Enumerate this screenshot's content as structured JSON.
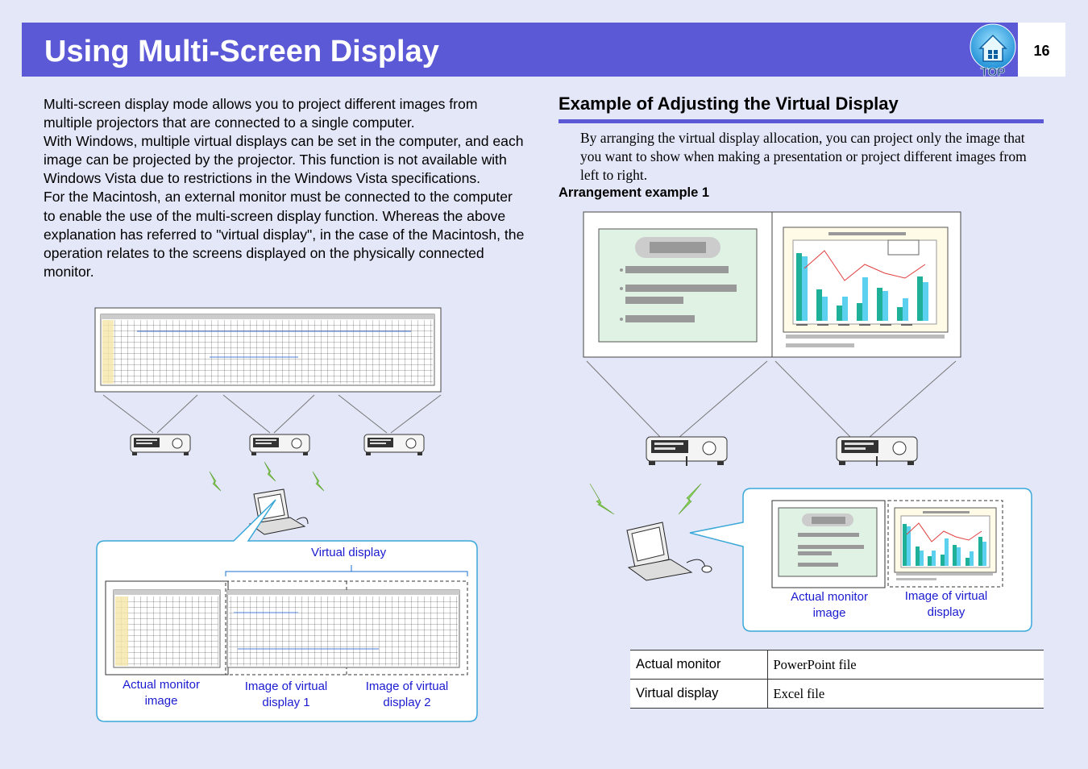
{
  "header": {
    "title": "Using Multi-Screen Display",
    "page_number": "16",
    "top_button_label": "TOP"
  },
  "left": {
    "paragraphs": [
      "Multi-screen display mode allows you to project different images from multiple projectors that are connected to a single computer.",
      "With Windows, multiple virtual displays can be set in the computer, and each image can be projected by the projector. This function is not available with Windows Vista due to restrictions in the Windows Vista specifications.",
      "For the Macintosh, an external monitor must be connected to the computer to enable the use of the multi-screen display function. Whereas the above explanation has referred to \"virtual display\", in the case of the Macintosh, the operation relates to the screens displayed on the physically connected monitor."
    ],
    "diagram": {
      "virtual_display_label": "Virtual display",
      "actual_monitor_label": "Actual monitor image",
      "virtual1_label": "Image of virtual display 1",
      "virtual2_label": "Image of virtual display 2"
    }
  },
  "right": {
    "section_title": "Example of Adjusting the Virtual Display",
    "body": "By arranging the virtual display allocation, you can project only the image that you want to show when making a presentation or project different images from left to right.",
    "arrangement_title": "Arrangement example 1",
    "diagram": {
      "actual_monitor_label": "Actual monitor image",
      "virtual_label": "Image of virtual display"
    },
    "table": [
      {
        "label": "Actual monitor",
        "value": "PowerPoint file"
      },
      {
        "label": "Virtual display",
        "value": "Excel file"
      }
    ]
  },
  "colors": {
    "header": "#5b59d6",
    "background": "#e4e7f8",
    "caption": "#1a1ad0",
    "callout_border": "#3aa8d8"
  }
}
